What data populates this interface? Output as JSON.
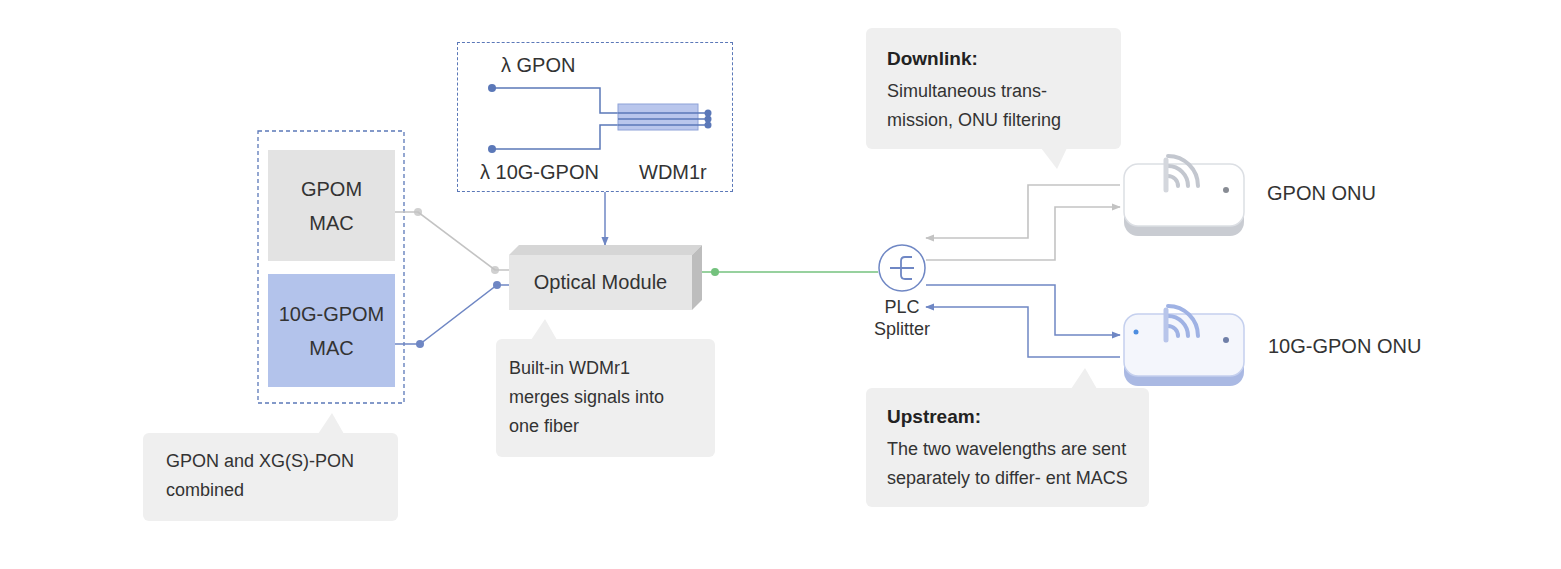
{
  "diagram": {
    "nodes": [
      {
        "text": [
          "λ GPON",
          "λ 10G-GPON",
          "WDM1r"
        ]
      },
      {
        "text": [
          "GPOM MAC"
        ]
      },
      {
        "text": [
          "10G-GPOM MAC"
        ]
      },
      {
        "text": [
          "GPON and XG(S)-PON combined"
        ]
      },
      {
        "text": [
          "Optical Module"
        ]
      },
      {
        "text": [
          "Built-in WDMr1 merges signals into one fiber"
        ]
      },
      {
        "text": [
          "Downlink:",
          "Simultaneous trans- mission, ONU filtering"
        ]
      },
      {
        "text": [
          "PLC Splitter"
        ]
      },
      {
        "text": [
          "GPON ONU"
        ]
      },
      {
        "text": [
          "10G-GPON ONU"
        ]
      },
      {
        "text": [
          "Upstream:",
          "The two wavelengths are sent separately to differ- ent MACS"
        ]
      }
    ],
    "edges": [
      {
        "from": 0,
        "to": 4,
        "arrow": "to"
      },
      {
        "from": 1,
        "to": 4,
        "arrow": "none"
      },
      {
        "from": 2,
        "to": 4,
        "arrow": "none"
      },
      {
        "from": 4,
        "to": 7,
        "arrow": "none"
      },
      {
        "from": 7,
        "to": 8,
        "arrow": "to"
      },
      {
        "from": 8,
        "to": 7,
        "arrow": "to"
      },
      {
        "from": 7,
        "to": 9,
        "arrow": "to"
      },
      {
        "from": 9,
        "to": 7,
        "arrow": "to"
      }
    ]
  }
}
